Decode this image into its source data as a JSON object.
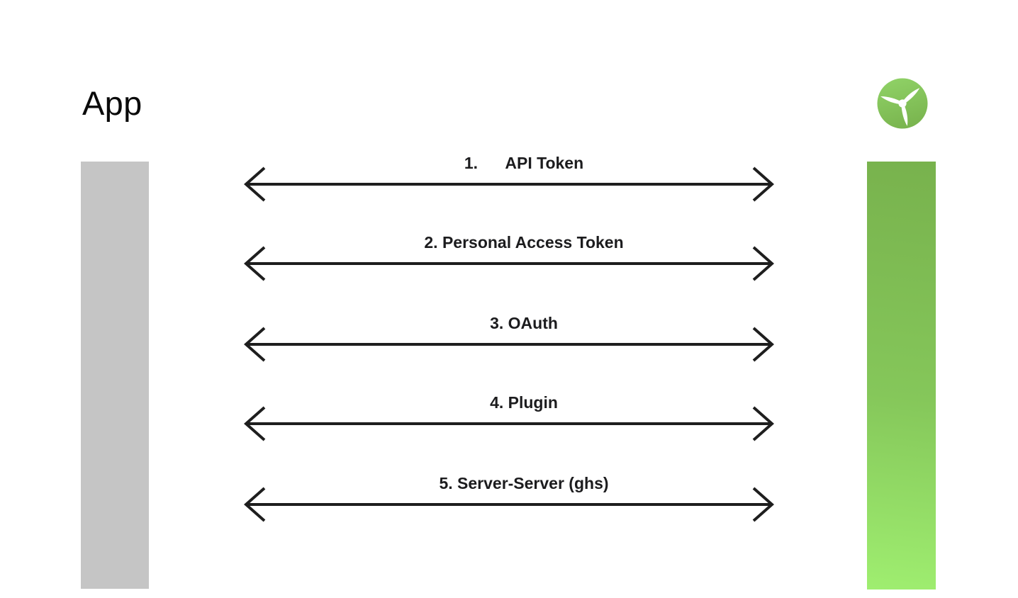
{
  "page": {
    "app_title": "App"
  },
  "colors": {
    "background": "#FFFFFF",
    "app_bar_gray": "#C5C5C5",
    "service_bar_green_top": "#78B24D",
    "service_bar_green_bottom": "#9FEE70",
    "logo_green_light": "#8FD166",
    "logo_green_dark": "#79B44E",
    "arrow_stroke": "#1E1E1E",
    "label_text": "#1C1C1E"
  },
  "logo": {
    "icon": "propeller-icon"
  },
  "connections": [
    {
      "label": "1.      API Token"
    },
    {
      "label": "2. Personal Access Token"
    },
    {
      "label": "3. OAuth"
    },
    {
      "label": "4. Plugin"
    },
    {
      "label": "5. Server-Server (ghs)"
    }
  ]
}
